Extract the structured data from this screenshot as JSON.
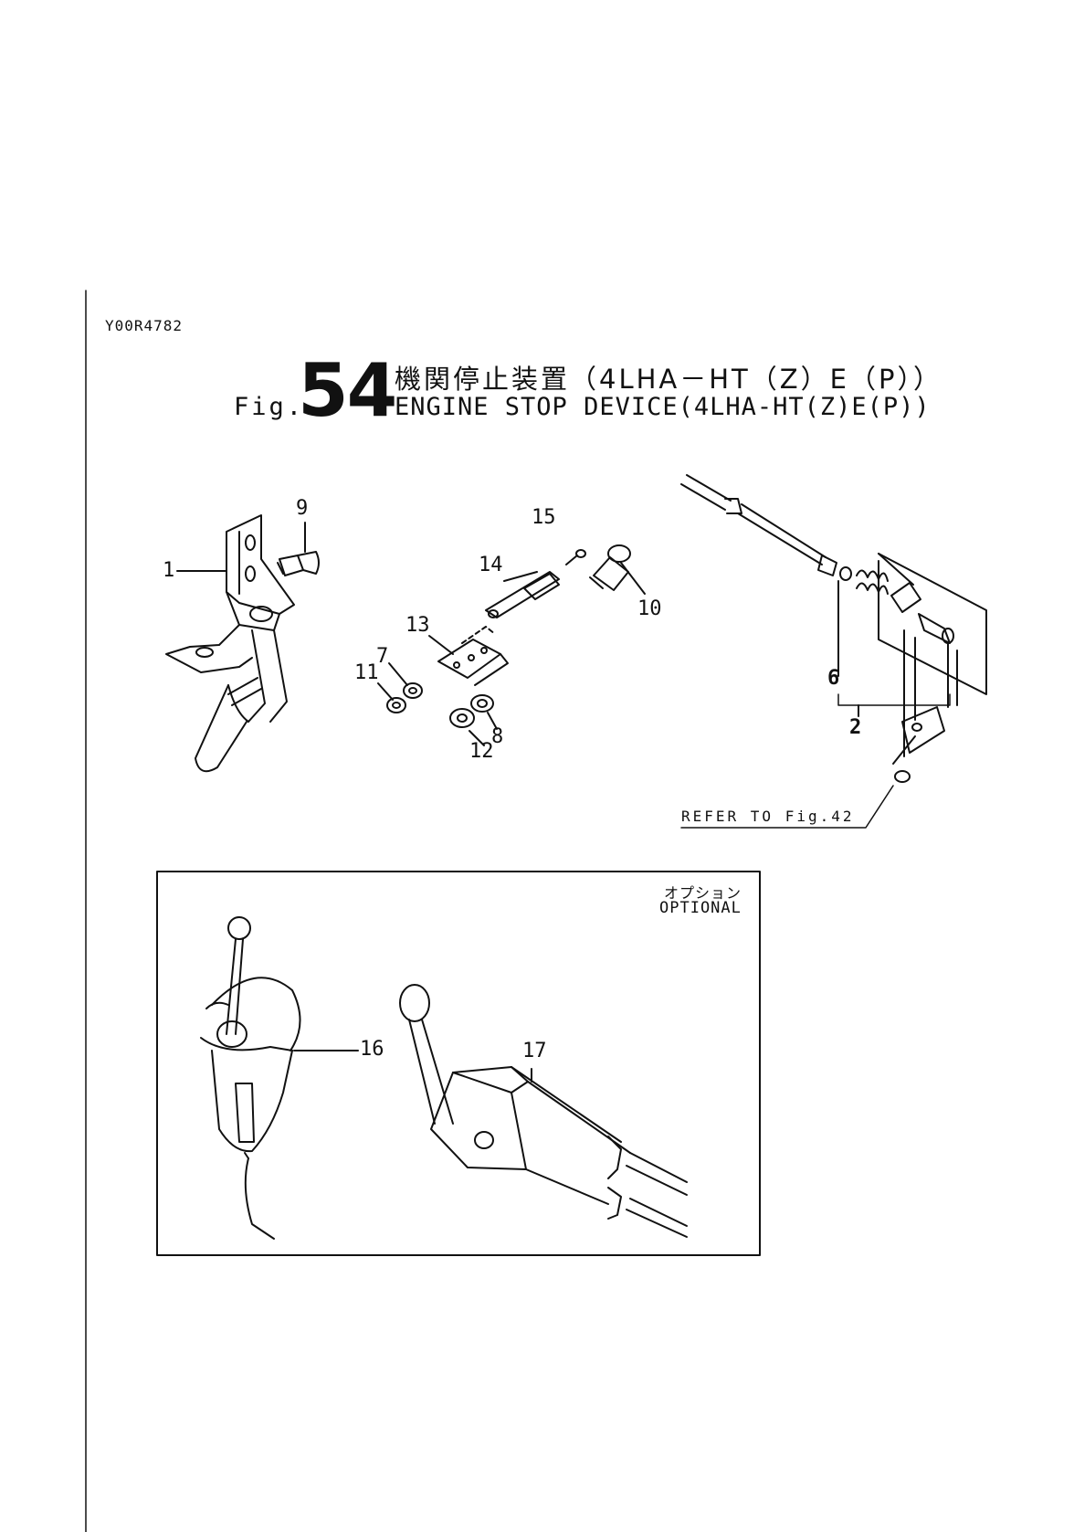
{
  "doc_code": "Y00R4782",
  "figure": {
    "prefix": "Fig.",
    "number": "54",
    "title_jp": "機関停止装置（4LHA－HT（Z）E（P））",
    "title_en": "ENGINE STOP DEVICE(4LHA-HT(Z)E(P))"
  },
  "callouts": {
    "c1": "1",
    "c2": "2",
    "c6": "6",
    "c7": "7",
    "c8": "8",
    "c9": "9",
    "c10": "10",
    "c11": "11",
    "c12": "12",
    "c13": "13",
    "c14": "14",
    "c15": "15",
    "c16": "16",
    "c17": "17"
  },
  "refer_note": "REFER TO Fig.42",
  "optional_box": {
    "label_jp": "オプション",
    "label_en": "OPTIONAL"
  }
}
